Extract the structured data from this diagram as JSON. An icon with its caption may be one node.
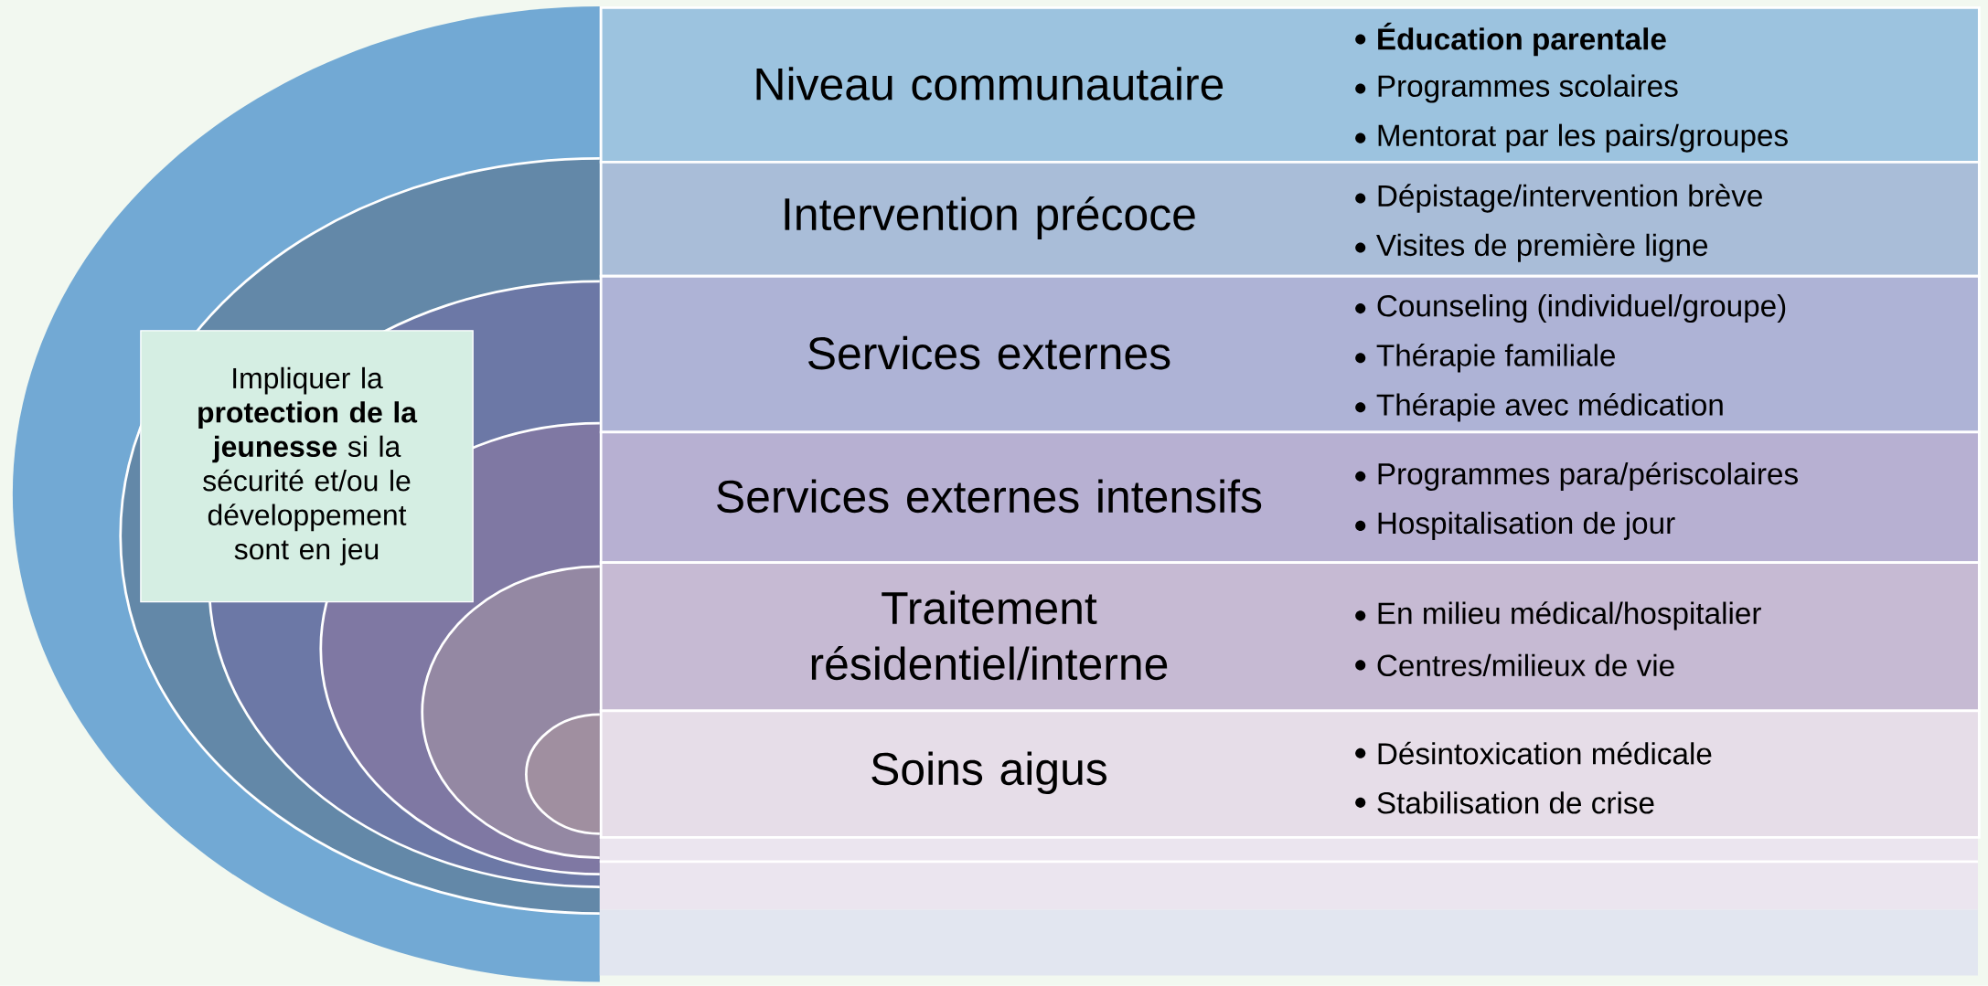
{
  "diagram": {
    "nodes": [
      {
        "text": [
          "Niveau communautaire",
          "**Éducation parentale**",
          "Programmes scolaires",
          "Mentorat par les pairs/groupes"
        ]
      },
      {
        "text": [
          "Intervention précoce",
          "Dépistage/intervention brève",
          "Visites de première ligne"
        ]
      },
      {
        "text": [
          "Services externes",
          "Counseling (individuel/groupe)",
          "Thérapie familiale",
          "Thérapie avec médication"
        ]
      },
      {
        "text": [
          "Services externes intensifs",
          "Programmes para/périscolaires",
          "Hospitalisation de jour"
        ]
      },
      {
        "text": [
          "Traitement résidentiel/interne",
          "En milieu médical/hospitalier",
          "Centres/milieux de vie"
        ]
      },
      {
        "text": [
          "Soins aigus",
          "Désintoxication médicale",
          "Stabilisation de crise"
        ]
      },
      {
        "text": [
          "Impliquer la **protection de la jeunesse** si la sécurité et/ou le développement sont en jeu"
        ]
      }
    ]
  }
}
